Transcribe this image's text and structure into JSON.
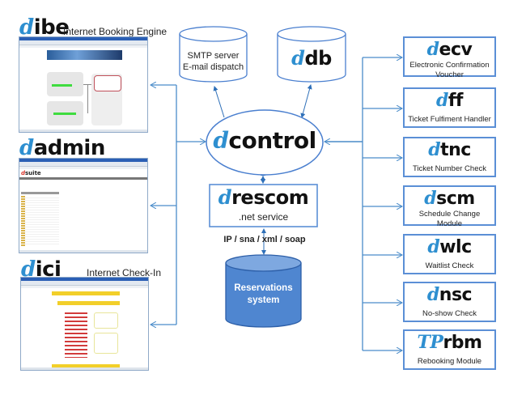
{
  "left_apps": [
    {
      "brand_prefix": "d",
      "brand_suffix": "ibe",
      "caption": "Internet Booking Engine"
    },
    {
      "brand_prefix": "d",
      "brand_suffix": "admin",
      "caption": "",
      "inner_logo_prefix": "d",
      "inner_logo_suffix": "suite"
    },
    {
      "brand_prefix": "d",
      "brand_suffix": "ici",
      "caption": "Internet Check-In"
    }
  ],
  "smtp": {
    "line1": "SMTP server",
    "line2": "E-mail dispatch"
  },
  "ddb": {
    "brand_prefix": "d",
    "brand_suffix": "db"
  },
  "dcontrol": {
    "brand_prefix": "d",
    "brand_suffix": "control"
  },
  "drescom": {
    "brand_prefix": "d",
    "brand_suffix": "rescom",
    "subtitle": ".net service"
  },
  "protocols": "IP / sna / xml / soap",
  "reservations": {
    "line1": "Reservations",
    "line2": "system"
  },
  "modules": [
    {
      "brand_prefix": "d",
      "brand_suffix": "ecv",
      "desc1": "Electronic Confirmation",
      "desc2": "Voucher"
    },
    {
      "brand_prefix": "d",
      "brand_suffix": "ff",
      "desc1": "Ticket Fulfiment Handler",
      "desc2": ""
    },
    {
      "brand_prefix": "d",
      "brand_suffix": "tnc",
      "desc1": "Ticket Number Check",
      "desc2": ""
    },
    {
      "brand_prefix": "d",
      "brand_suffix": "scm",
      "desc1": "Schedule Change",
      "desc2": "Module"
    },
    {
      "brand_prefix": "d",
      "brand_suffix": "wlc",
      "desc1": "Waitlist Check",
      "desc2": ""
    },
    {
      "brand_prefix": "d",
      "brand_suffix": "nsc",
      "desc1": "No-show Check",
      "desc2": ""
    },
    {
      "brand_prefix": "TP",
      "brand_suffix": "rbm",
      "desc1": "Rebooking Module",
      "desc2": ""
    }
  ],
  "colors": {
    "brand_accent": "#2e8fd0",
    "line": "#4a8cc9",
    "box_border": "#5b8fd6",
    "cylinder_fill": "#4f86d0",
    "cylinder_top": "#7ea8e0"
  }
}
